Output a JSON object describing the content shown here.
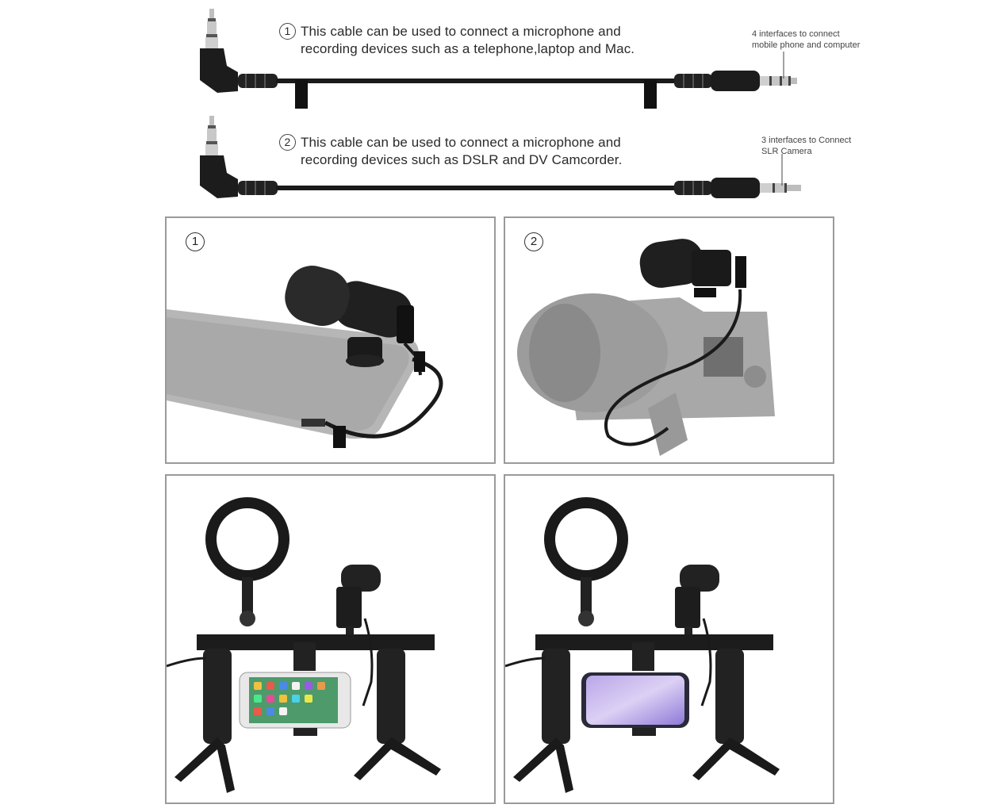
{
  "cables": [
    {
      "number": "1",
      "line1": "This cable can be used to connect a microphone and",
      "line2": "recording devices such as a telephone,laptop and Mac.",
      "note_line1": "4 interfaces to connect",
      "note_line2": "mobile phone and computer"
    },
    {
      "number": "2",
      "line1": "This cable can be used to connect a microphone and",
      "line2": "recording devices such as DSLR and DV Camcorder.",
      "note_line1": "3 interfaces to Connect",
      "note_line2": "SLR Camera"
    }
  ],
  "panels": [
    {
      "number": "1"
    },
    {
      "number": "2"
    },
    {
      "number": ""
    },
    {
      "number": ""
    }
  ],
  "colors": {
    "panel_border": "#9a9a9a",
    "cable": "#1a1a1a",
    "gray_device": "#b8b8b8"
  }
}
